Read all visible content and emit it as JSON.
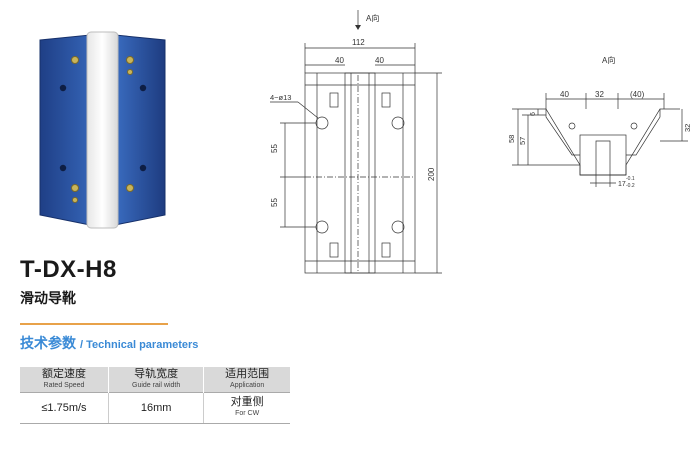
{
  "product": {
    "model": "T-DX-H8",
    "name_cn": "滑动导靴"
  },
  "parameters": {
    "title_cn": "技术参数",
    "title_en": "/ Technical parameters",
    "headers": [
      {
        "cn": "额定速度",
        "en": "Rated Speed"
      },
      {
        "cn": "导轨宽度",
        "en": "Guide rail width"
      },
      {
        "cn": "适用范围",
        "en": "Application"
      }
    ],
    "row": {
      "speed": "≤1.75m/s",
      "rail_width": "16mm",
      "application_cn": "对重侧",
      "application_en": "For CW"
    }
  },
  "drawing": {
    "view_arrow_label": "A向",
    "side_view_label": "A向",
    "front": {
      "dim_total_width": "112",
      "dim_left_40": "40",
      "dim_right_40": "40",
      "dim_hole": "4−ø13",
      "dim_55_top": "55",
      "dim_55_bottom": "55",
      "dim_height": "200"
    },
    "side": {
      "dim_40": "40",
      "dim_32": "32",
      "dim_40_paren": "(40)",
      "dim_6": "6",
      "dim_58": "58",
      "dim_57": "57",
      "dim_32_right": "32",
      "dim_17_main": "17",
      "dim_17_upper": "-0.1",
      "dim_17_lower": "-0.2"
    }
  },
  "colors": {
    "accent_blue": "#3a8ad6",
    "accent_orange": "#e8a24a",
    "product_blue": "#2a4f9a",
    "table_header": "#d9d9d9"
  }
}
